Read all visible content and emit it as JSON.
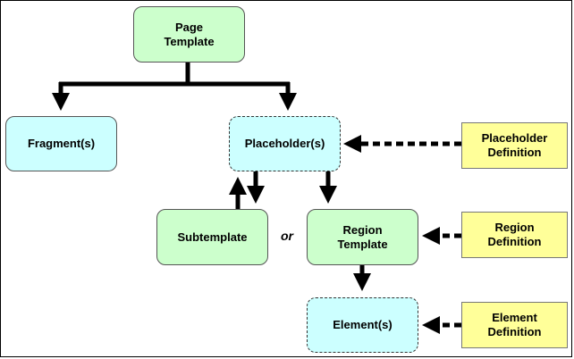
{
  "nodes": {
    "page_template": "Page\nTemplate",
    "fragments": "Fragment(s)",
    "placeholders": "Placeholder(s)",
    "subtemplate": "Subtemplate",
    "region_template": "Region\nTemplate",
    "elements": "Element(s)",
    "placeholder_definition": "Placeholder\nDefinition",
    "region_definition": "Region\nDefinition",
    "element_definition": "Element\nDefinition"
  },
  "or_label": "or",
  "colors": {
    "template_fill": "#ccffcc",
    "instance_fill": "#ccffff",
    "definition_fill": "#ffff99",
    "arrow": "#000000"
  }
}
